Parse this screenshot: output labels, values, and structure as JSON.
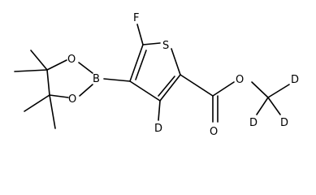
{
  "molecule": {
    "atoms": {
      "fluorine": "F",
      "sulfur": "S",
      "boron": "B",
      "oxygen_ring_top": "O",
      "oxygen_ring_bottom": "O",
      "oxygen_ester": "O",
      "oxygen_carbonyl": "O",
      "deuterium_ring": "D",
      "deuterium_methyl_top": "D",
      "deuterium_methyl_left": "D",
      "deuterium_methyl_right": "D"
    }
  }
}
